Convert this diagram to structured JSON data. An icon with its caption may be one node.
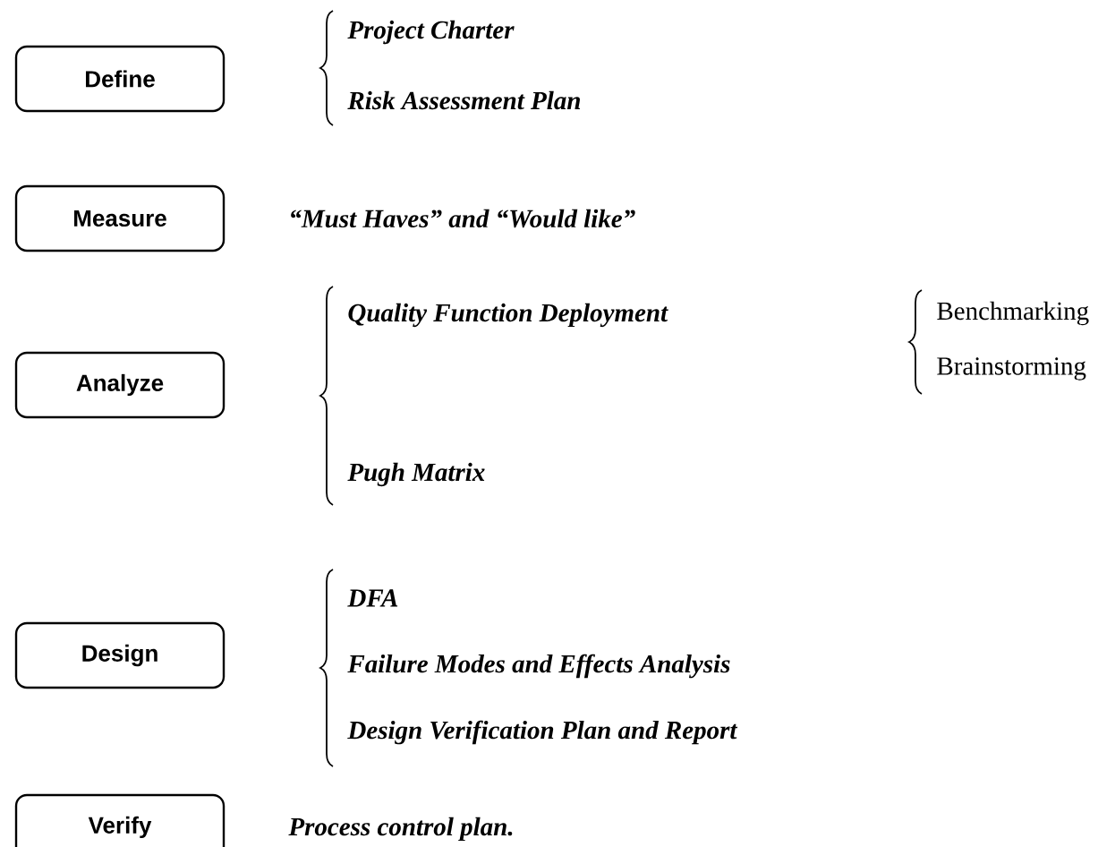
{
  "diagram": {
    "nodes": [
      {
        "text": [
          "Define"
        ]
      },
      {
        "text": [
          "Measure"
        ]
      },
      {
        "text": [
          "Analyze"
        ]
      },
      {
        "text": [
          "Design"
        ]
      },
      {
        "text": [
          "Verify"
        ]
      }
    ],
    "labels": [
      "Project Charter",
      "Risk Assessment Plan",
      "“Must Haves” and “Would like”",
      "Quality Function Deployment",
      "Benchmarking",
      "Brainstorming",
      "Pugh Matrix",
      "DFA",
      "Failure Modes and Effects Analysis",
      "Design Verification Plan and Report",
      "Process control plan."
    ]
  }
}
